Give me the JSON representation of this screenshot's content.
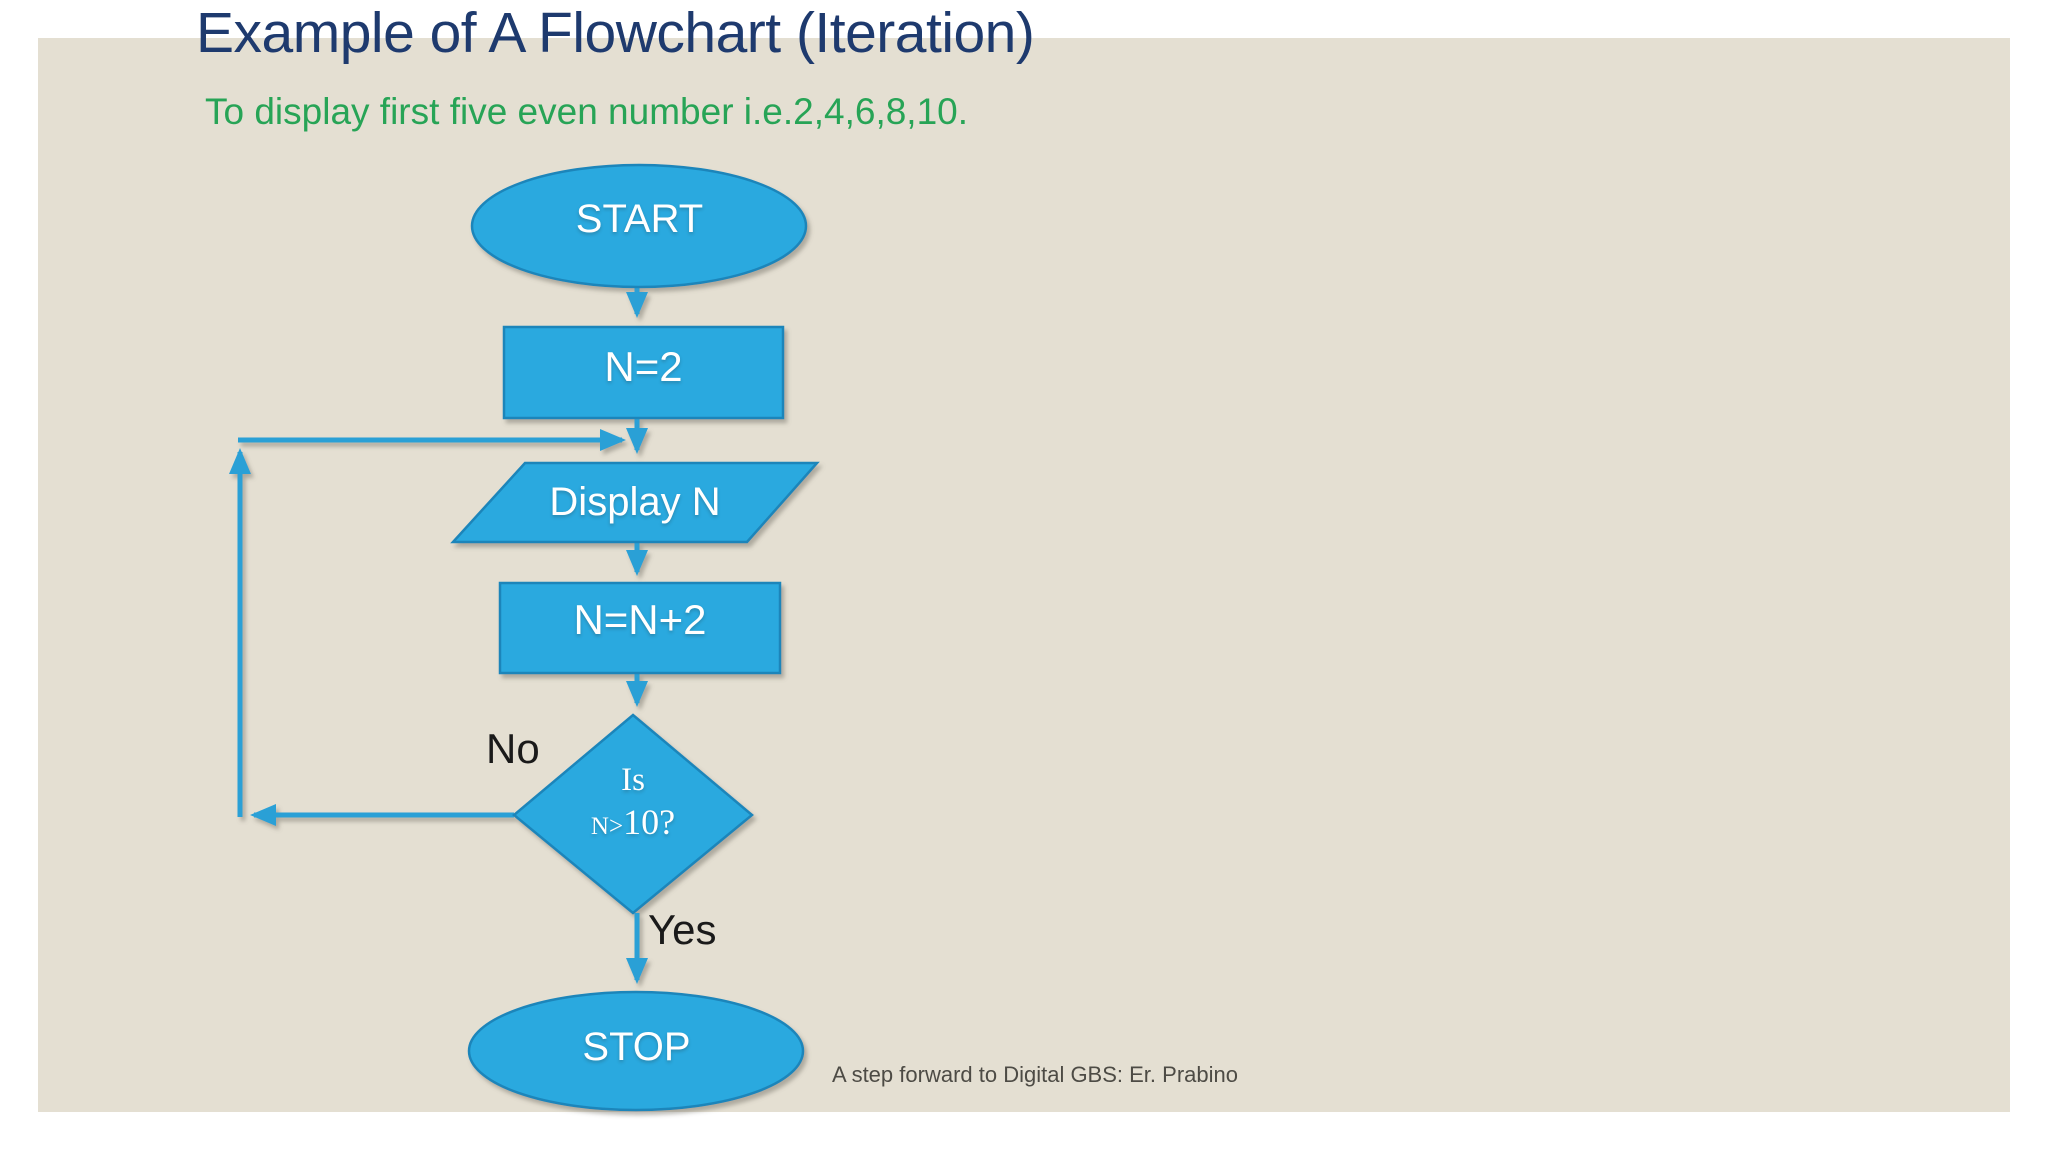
{
  "slide": {
    "title": "Example of A Flowchart (Iteration)",
    "subtitle": "To display first five even number i.e.2,4,6,8,10.",
    "footer_credit": "A step forward to Digital GBS: Er. Prabino"
  },
  "flowchart": {
    "nodes": {
      "start": {
        "type": "terminator",
        "label": "START"
      },
      "init": {
        "type": "process",
        "label": "N=2"
      },
      "display": {
        "type": "input-output",
        "label": "Display N"
      },
      "increment": {
        "type": "process",
        "label": "N=N+2"
      },
      "decision": {
        "type": "decision",
        "line1": "Is",
        "line2_prefix": "N>",
        "line2_value": "10?"
      },
      "stop": {
        "type": "terminator",
        "label": "STOP"
      }
    },
    "branch_labels": {
      "no": "No",
      "yes": "Yes"
    }
  },
  "colors": {
    "title_navy": "#1E3A6E",
    "subtitle_green": "#27A456",
    "shape_fill": "#29A9DF",
    "shape_stroke": "#1C85BA",
    "connector_blue": "#2BA0D6",
    "slide_background": "#E4DFD2",
    "page_background": "#FFFFFF",
    "node_text": "#FFFFFF",
    "branch_text": "#1A1A1A",
    "footer_text": "#4D4B45"
  }
}
